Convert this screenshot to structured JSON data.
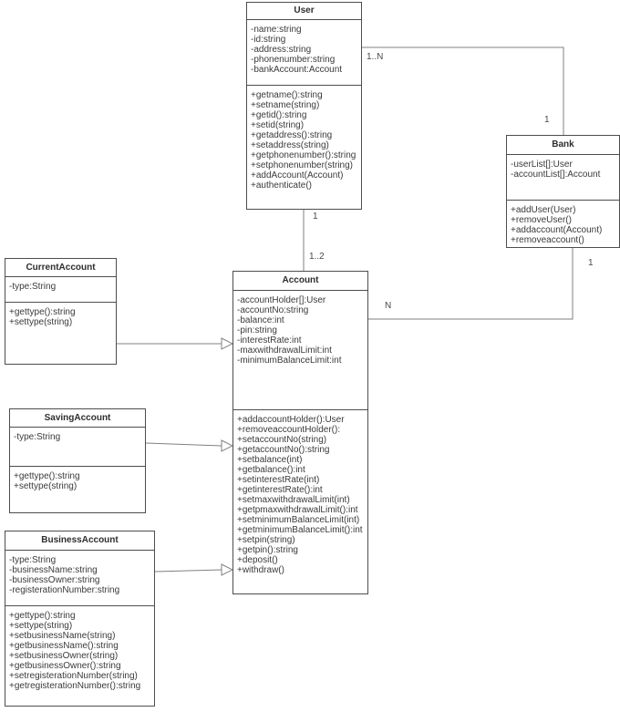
{
  "diagram": {
    "classes": {
      "user": {
        "title": "User",
        "attributes": [
          "-name:string",
          "-id:string",
          "-address:string",
          "-phonenumber:string",
          "-bankAccount:Account"
        ],
        "methods": [
          "+getname():string",
          "+setname(string)",
          "+getid():string",
          "+setid(string)",
          "+getaddress():string",
          "+setaddress(string)",
          "+getphonenumber():string",
          "+setphonenumber(string)",
          "+addAccount(Account)",
          "+authenticate()"
        ]
      },
      "bank": {
        "title": "Bank",
        "attributes": [
          "-userList[]:User",
          "-accountList[]:Account"
        ],
        "methods": [
          "+addUser(User)",
          "+removeUser()",
          "+addaccount(Account)",
          "+removeaccount()"
        ]
      },
      "account": {
        "title": "Account",
        "attributes": [
          "-accountHolder[]:User",
          "-accountNo:string",
          "-balance:int",
          "-pin:string",
          "-interestRate:int",
          "-maxwithdrawalLimit:int",
          "-minimumBalanceLimit:int"
        ],
        "methods": [
          "+addaccountHolder():User",
          "+removeaccountHolder():",
          "+setaccountNo(string)",
          "+getaccountNo():string",
          "+setbalance(int)",
          "+getbalance():int",
          "+setinterestRate(int)",
          "+getinterestRate():int",
          "+setmaxwithdrawalLimit(int)",
          "+getpmaxwithdrawalLimit():int",
          "+setminimumBalanceLimit(int)",
          "+getminimumBalanceLimit():int",
          "+setpin(string)",
          "+getpin():string",
          "+deposit()",
          "+withdraw()"
        ]
      },
      "current_account": {
        "title": "CurrentAccount",
        "attributes": [
          "-type:String"
        ],
        "methods": [
          "+gettype():string",
          "+settype(string)"
        ]
      },
      "saving_account": {
        "title": "SavingAccount",
        "attributes": [
          "-type:String"
        ],
        "methods": [
          "+gettype():string",
          "+settype(string)"
        ]
      },
      "business_account": {
        "title": "BusinessAccount",
        "attributes": [
          "-type:String",
          "-businessName:string",
          "-businessOwner:string",
          "-registerationNumber:string"
        ],
        "methods": [
          "+gettype():string",
          "+settype(string)",
          "+setbusinessName(string)",
          "+getbusinessName():string",
          "+setbusinessOwner(string)",
          "+getbusinessOwner():string",
          "+setregisterationNumber(string)",
          "+getregisterationNumber():string"
        ]
      }
    },
    "multiplicities": {
      "user_bank_source": "1..N",
      "user_bank_target": "1",
      "user_account_source": "1",
      "user_account_target": "1..2",
      "bank_account_source": "1",
      "bank_account_target": "N"
    },
    "colors": {
      "box_border": "#4d4d4d",
      "connector": "#808080",
      "text": "#3a3a3a",
      "background": "#ffffff"
    }
  }
}
